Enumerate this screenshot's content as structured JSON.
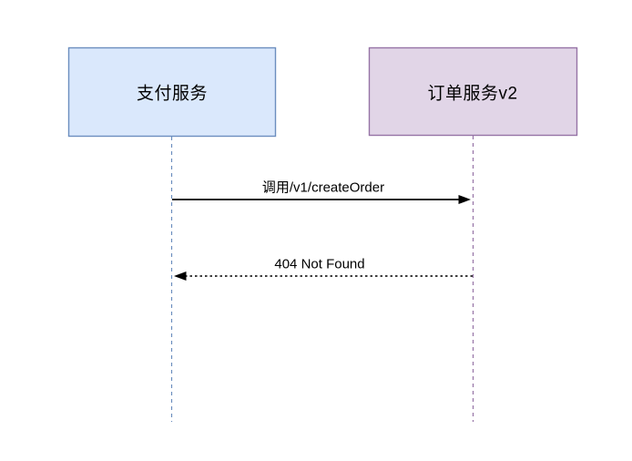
{
  "diagram": {
    "type": "sequence",
    "background_color": "#ffffff",
    "text_color": "#000000",
    "participants": [
      {
        "id": "payment-service",
        "label": "支付服务",
        "fill": "#dae8fc",
        "stroke": "#6c8ebf"
      },
      {
        "id": "order-service-v2",
        "label": "订单服务v2",
        "fill": "#e1d5e7",
        "stroke": "#9673a6"
      }
    ],
    "messages": [
      {
        "label": "调用/v1/createOrder",
        "from": "payment-service",
        "to": "order-service-v2",
        "line_style": "solid",
        "direction": "right",
        "color": "#000000"
      },
      {
        "label": "404 Not Found",
        "from": "order-service-v2",
        "to": "payment-service",
        "line_style": "dashed",
        "direction": "left",
        "color": "#000000"
      }
    ]
  }
}
